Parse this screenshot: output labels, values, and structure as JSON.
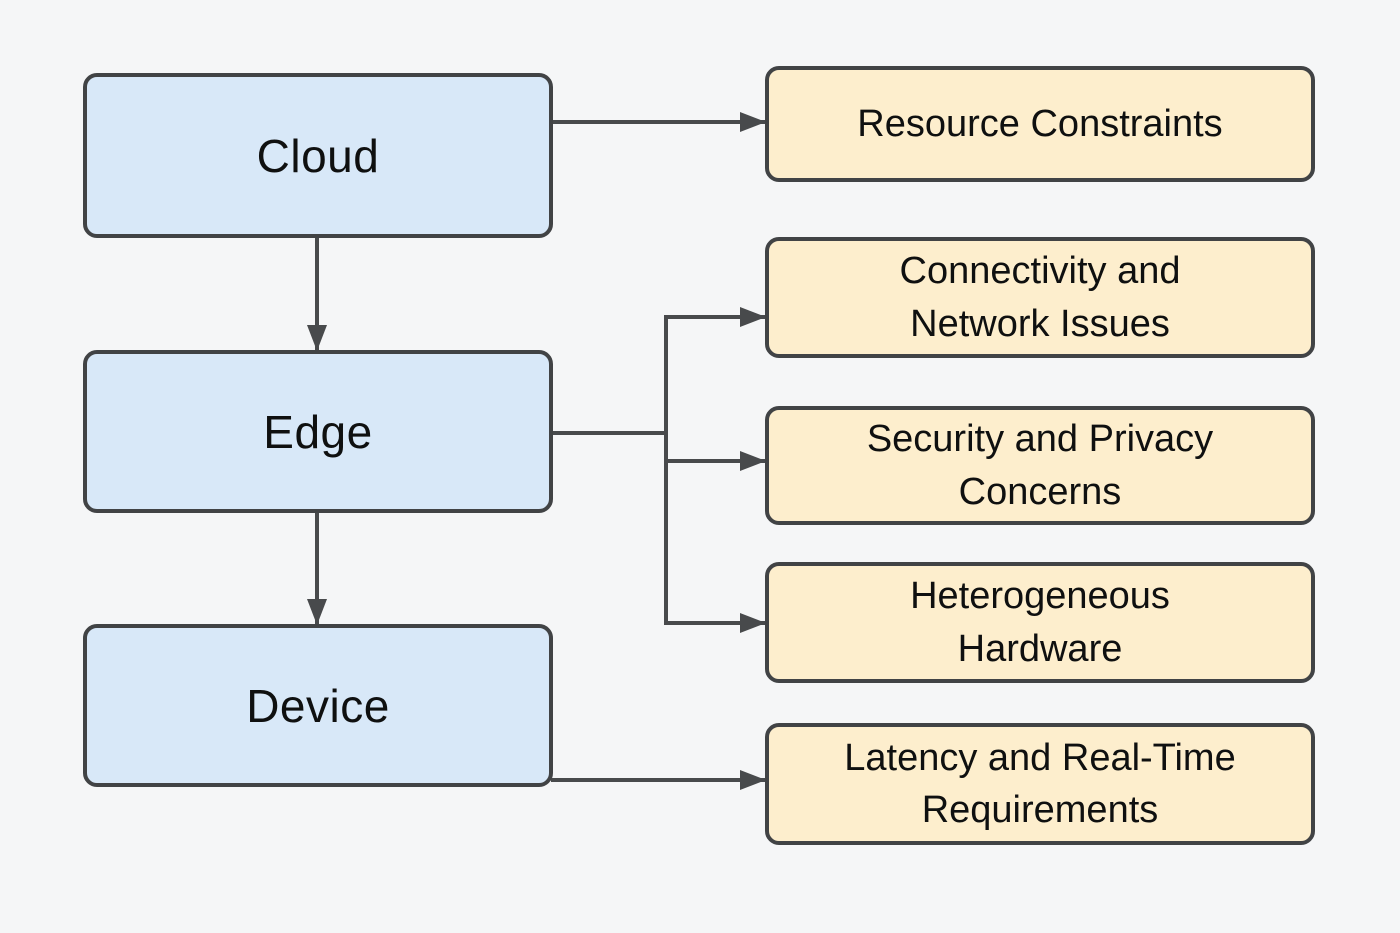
{
  "diagram": {
    "type": "flowchart",
    "layers": [
      {
        "id": "cloud",
        "label": "Cloud"
      },
      {
        "id": "edge",
        "label": "Edge"
      },
      {
        "id": "device",
        "label": "Device"
      }
    ],
    "challenges": [
      {
        "id": "resource-constraints",
        "label": "Resource Constraints"
      },
      {
        "id": "connectivity-issues",
        "label": "Connectivity and\nNetwork Issues"
      },
      {
        "id": "security-privacy",
        "label": "Security and Privacy\nConcerns"
      },
      {
        "id": "heterogeneous-hw",
        "label": "Heterogeneous\nHardware"
      },
      {
        "id": "latency-realtime",
        "label": "Latency and Real-Time\nRequirements"
      }
    ],
    "edges": [
      {
        "from": "Cloud",
        "to": "Resource Constraints"
      },
      {
        "from": "Cloud",
        "to": "Edge"
      },
      {
        "from": "Edge",
        "to": "Connectivity and Network Issues"
      },
      {
        "from": "Edge",
        "to": "Security and Privacy Concerns"
      },
      {
        "from": "Edge",
        "to": "Heterogeneous Hardware"
      },
      {
        "from": "Edge",
        "to": "Device"
      },
      {
        "from": "Device",
        "to": "Latency and Real-Time Requirements"
      }
    ],
    "colors": {
      "layer_fill": "#d8e8f8",
      "challenge_fill": "#fdeecd",
      "node_border": "#414345",
      "arrow": "#484a4c",
      "background": "#f5f6f7",
      "text": "#0f1010"
    }
  }
}
